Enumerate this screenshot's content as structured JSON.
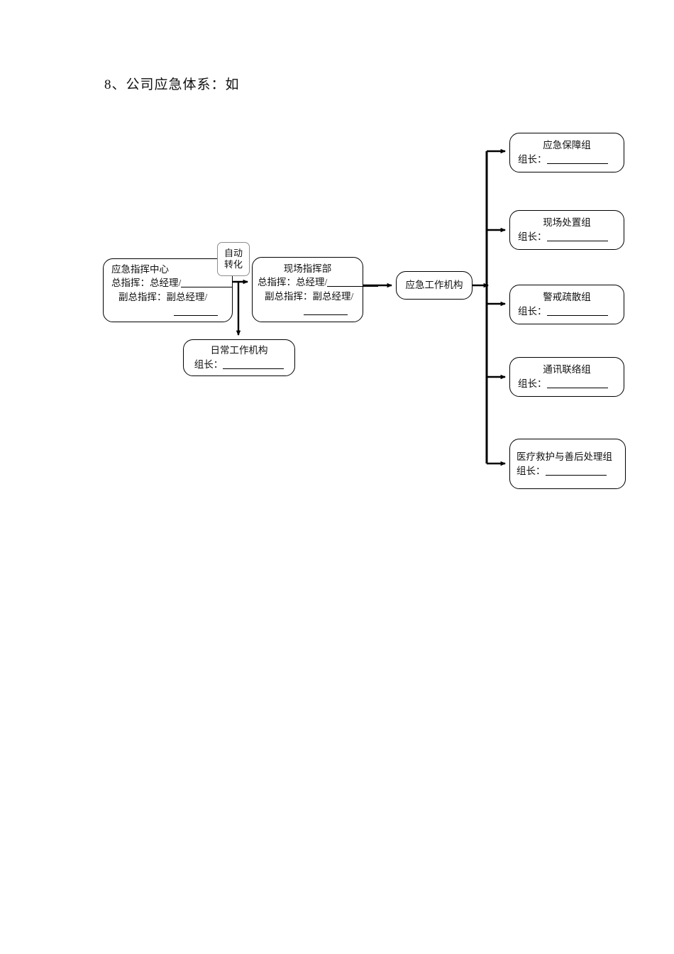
{
  "heading": "8、公司应急体系：如",
  "diagram": {
    "emergency_command_center": {
      "title": "应急指挥中心",
      "line_chief": "总指挥：总经理/",
      "line_deputy": "副总指挥：副总经理/"
    },
    "auto_convert_label": {
      "line1": "自动",
      "line2": "转化"
    },
    "site_command": {
      "title": "现场指挥部",
      "line_chief": "总指挥：总经理/",
      "line_deputy": "副总指挥：副总经理/"
    },
    "daily_office": {
      "title": "日常工作机构",
      "leader_label": "组长："
    },
    "emergency_work_body": {
      "title": "应急工作机构"
    },
    "leader_label": "组长：",
    "groups": [
      {
        "title": "应急保障组",
        "leader_label": "组长："
      },
      {
        "title": "现场处置组",
        "leader_label": "组长："
      },
      {
        "title": "警戒疏散组",
        "leader_label": "组长："
      },
      {
        "title": "通讯联络组",
        "leader_label": "组长："
      },
      {
        "title": "医疗救护与善后处理组",
        "leader_label": "组长："
      }
    ]
  },
  "colors": {
    "page_background": "#ffffff",
    "line": "#000000",
    "text": "#111111",
    "auto_box_border": "#8d8d8d"
  }
}
